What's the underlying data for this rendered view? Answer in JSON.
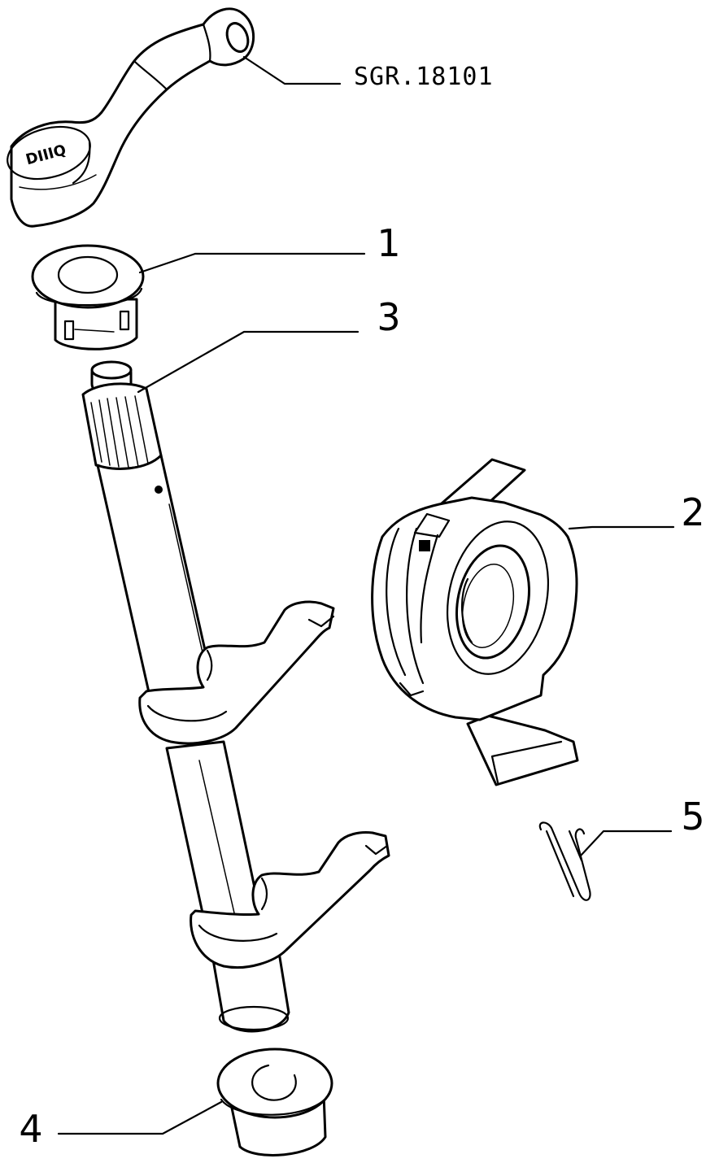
{
  "reference_code": "SGR.18101",
  "lever_marking": "DIIIQ",
  "callouts": [
    {
      "id": "1",
      "label": "1",
      "part": "upper-bushing"
    },
    {
      "id": "2",
      "label": "2",
      "part": "release-bearing"
    },
    {
      "id": "3",
      "label": "3",
      "part": "release-shaft"
    },
    {
      "id": "4",
      "label": "4",
      "part": "lower-bushing"
    },
    {
      "id": "5",
      "label": "5",
      "part": "spring-clip"
    }
  ],
  "colors": {
    "line": "#000000",
    "background": "#ffffff"
  }
}
